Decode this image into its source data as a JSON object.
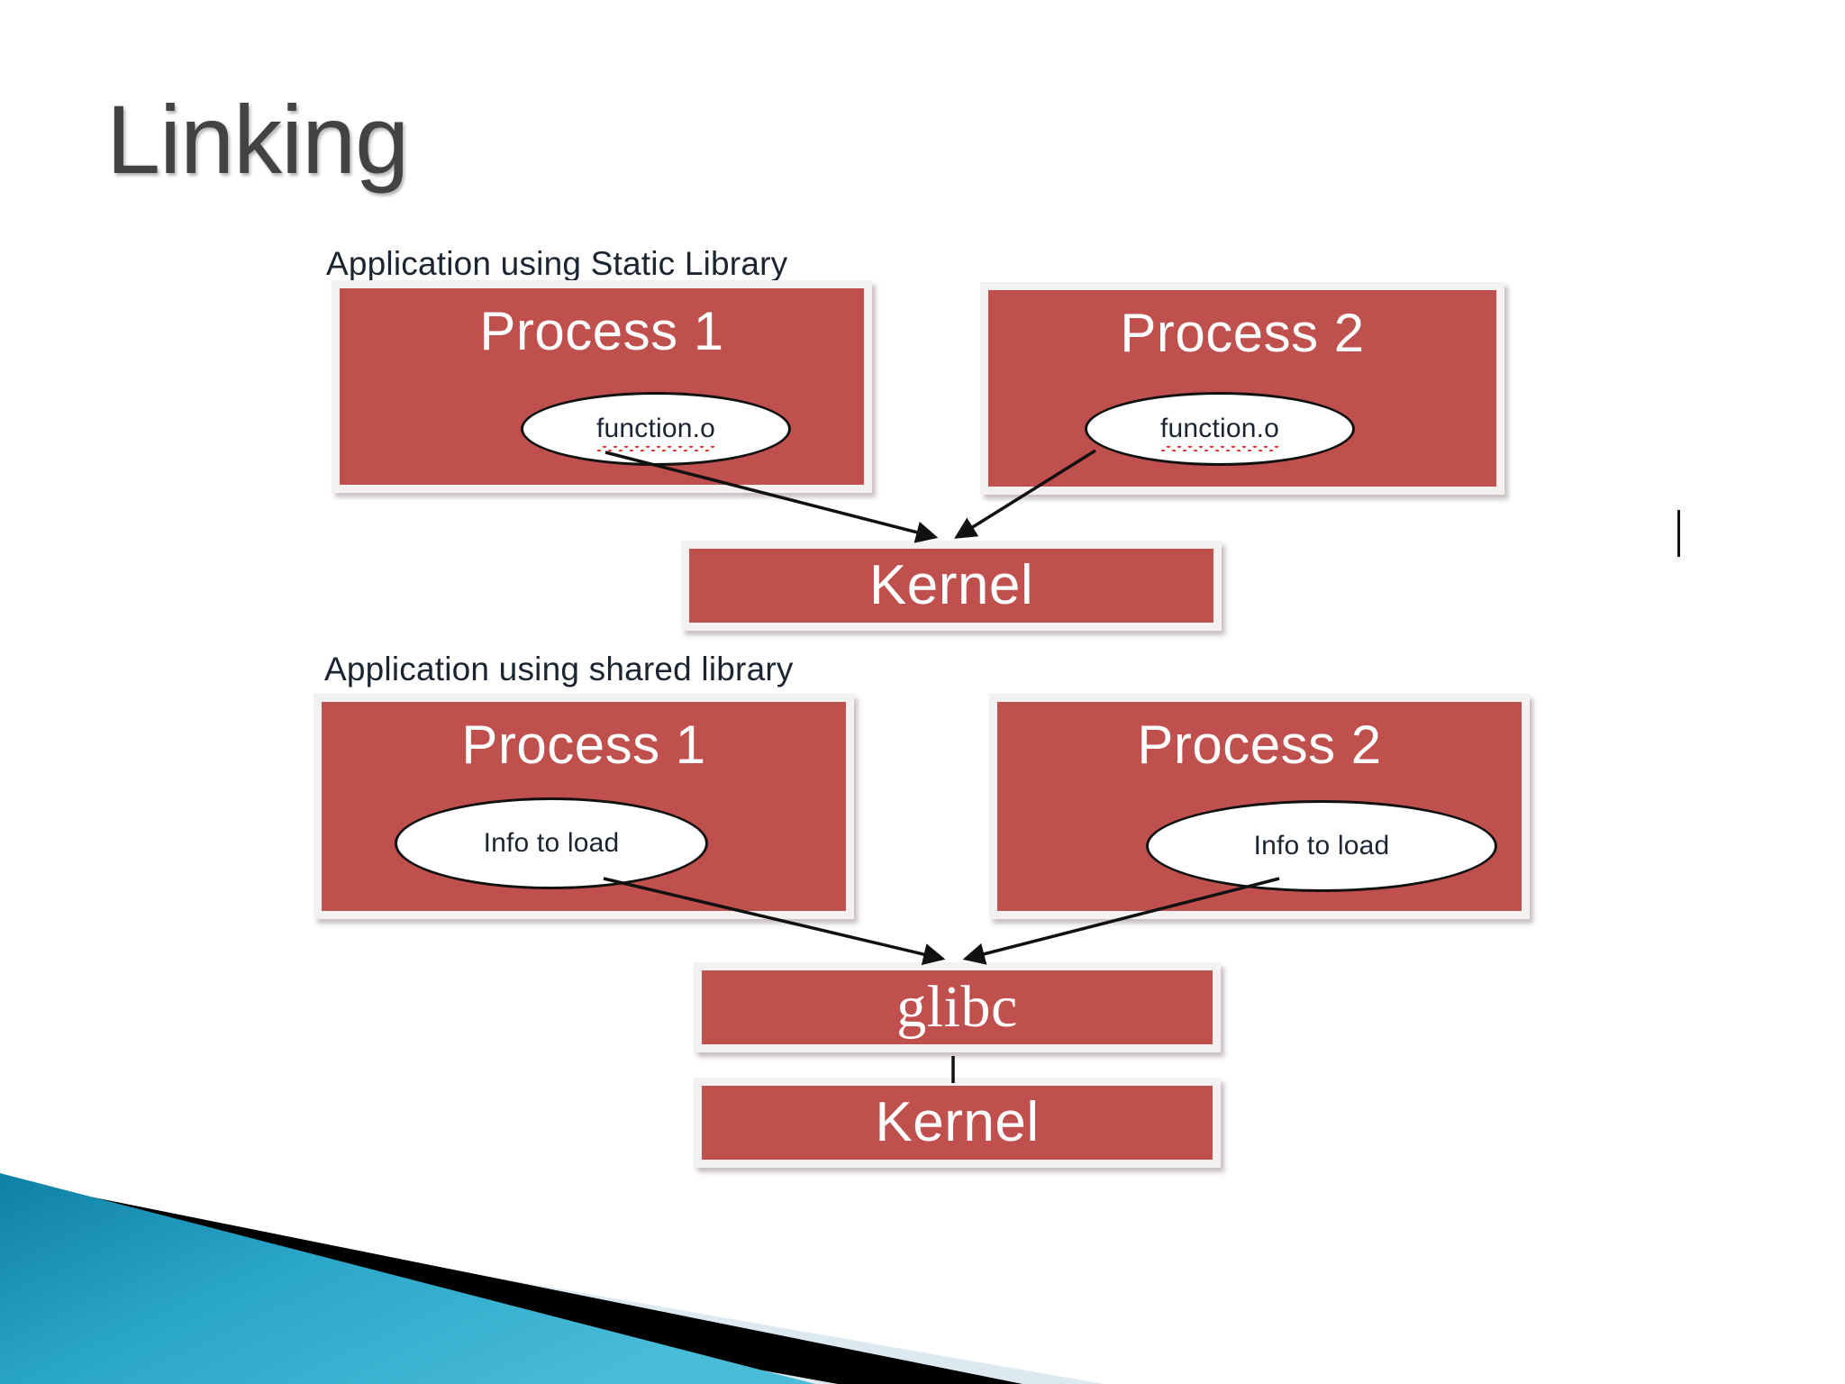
{
  "slide": {
    "title": "Linking",
    "background_color": "#ffffff",
    "accent_box_color": "#C0504D",
    "box_text_color": "#ffffff",
    "title_color": "#434343"
  },
  "sections": [
    {
      "id": "static",
      "caption": "Application using Static Library",
      "boxes": [
        {
          "id": "proc1",
          "label": "Process 1",
          "callout": "function.o",
          "callout_misspelled": true
        },
        {
          "id": "proc2",
          "label": "Process 2",
          "callout": "function.o",
          "callout_misspelled": true
        },
        {
          "id": "kernel",
          "label": "Kernel"
        }
      ]
    },
    {
      "id": "shared",
      "caption": "Application using shared library",
      "boxes": [
        {
          "id": "proc1",
          "label": "Process 1",
          "callout": "Info to load",
          "callout_misspelled": false
        },
        {
          "id": "proc2",
          "label": "Process 2",
          "callout": "Info to load",
          "callout_misspelled": false
        },
        {
          "id": "glibc",
          "label": "glibc"
        },
        {
          "id": "kernel",
          "label": "Kernel"
        }
      ]
    }
  ],
  "decoration": {
    "name": "angles-theme-corner",
    "teal_light": "#3fb6d3",
    "teal_dark": "#0f7fa5",
    "stripe_color": "#000000",
    "pale_band_color": "#dde9f0"
  }
}
